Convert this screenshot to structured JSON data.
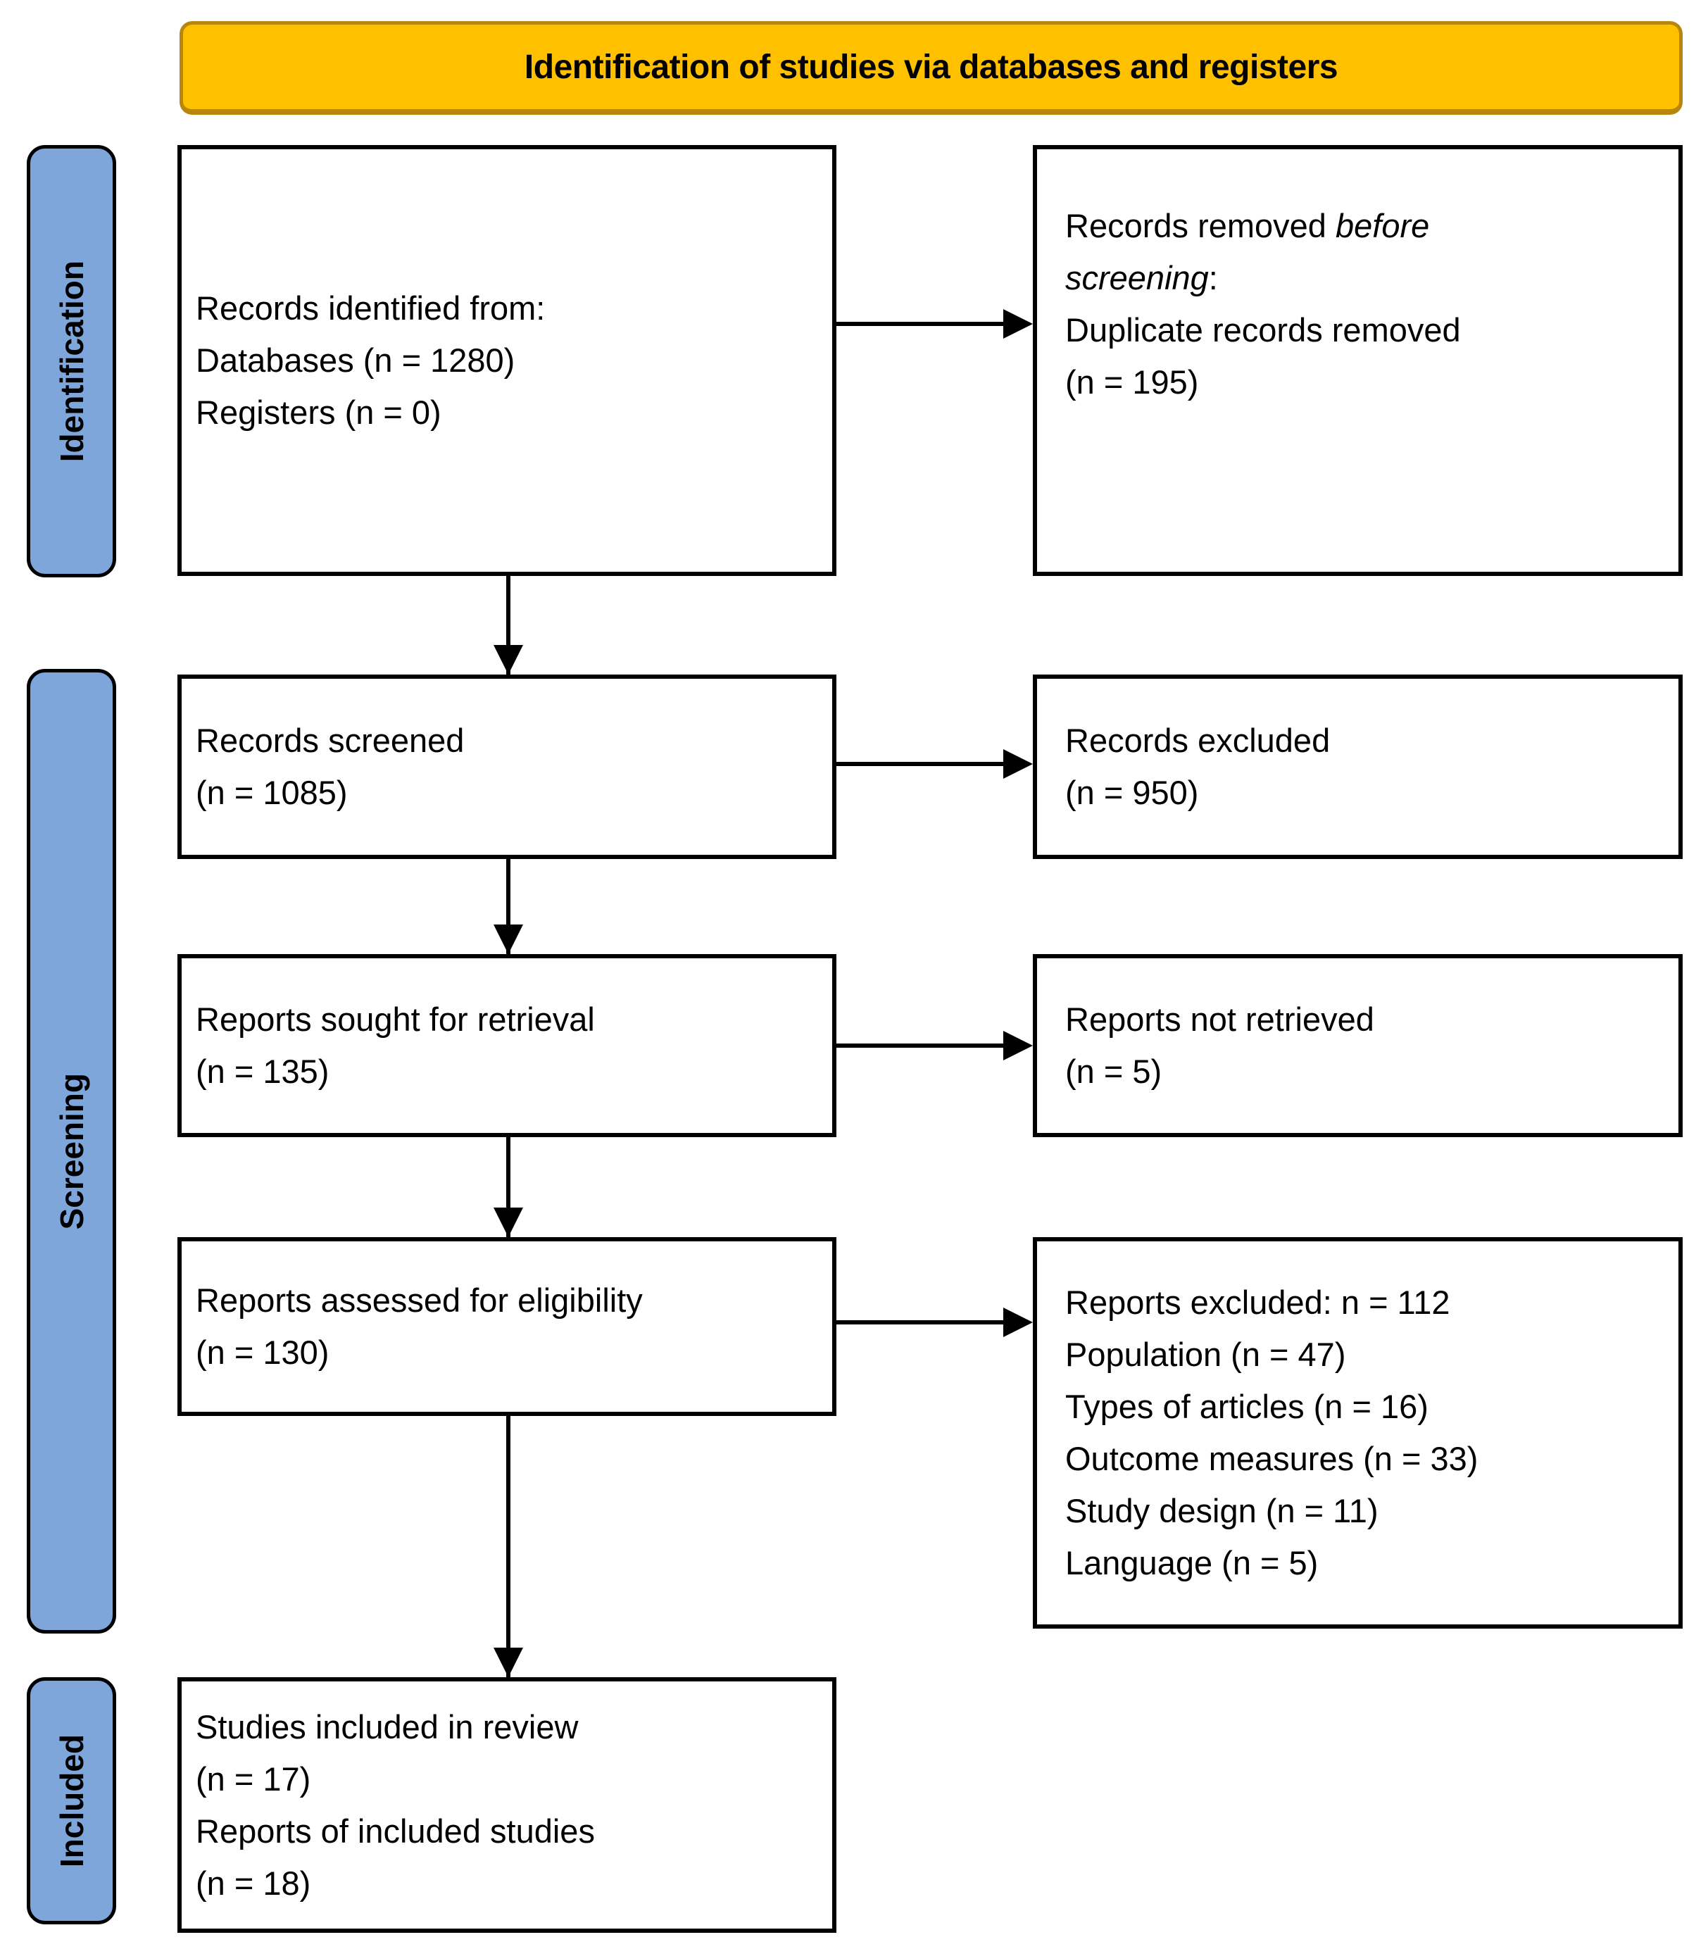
{
  "colors": {
    "header_fill": "#FFC000",
    "header_border": "#B8860B",
    "tab_fill": "#7EA6DB",
    "line_color": "#000000"
  },
  "header": {
    "title": "Identification of studies via databases and registers"
  },
  "tabs": {
    "identification": "Identification",
    "screening": "Screening",
    "included": "Included"
  },
  "flow": {
    "identified": {
      "l1": "Records identified from:",
      "l2": "Databases (n = 1280)",
      "l3": "Registers (n = 0)"
    },
    "removed": {
      "l1a": "Records removed ",
      "l1b": "before",
      "l2a": "screening",
      "l2b": ":",
      "l3": "Duplicate records removed",
      "l4": "(n = 195)"
    },
    "screened": {
      "l1": "Records screened",
      "l2": "(n = 1085)"
    },
    "records_excluded": {
      "l1": "Records excluded",
      "l2": "(n = 950)"
    },
    "sought": {
      "l1": "Reports sought for retrieval",
      "l2": "(n = 135)"
    },
    "not_retrieved": {
      "l1": "Reports not retrieved",
      "l2": "(n = 5)"
    },
    "assessed": {
      "l1": "Reports assessed for eligibility",
      "l2": "(n = 130)"
    },
    "reports_excluded": {
      "l1": "Reports excluded: n = 112",
      "l2": "Population (n = 47)",
      "l3": "Types of articles (n = 16)",
      "l4": "Outcome measures (n = 33)",
      "l5": "Study design (n = 11)",
      "l6": "Language (n = 5)"
    },
    "included_box": {
      "l1": "Studies included in review",
      "l2": "(n = 17)",
      "l3": "Reports of included studies",
      "l4": "(n = 18)"
    }
  }
}
